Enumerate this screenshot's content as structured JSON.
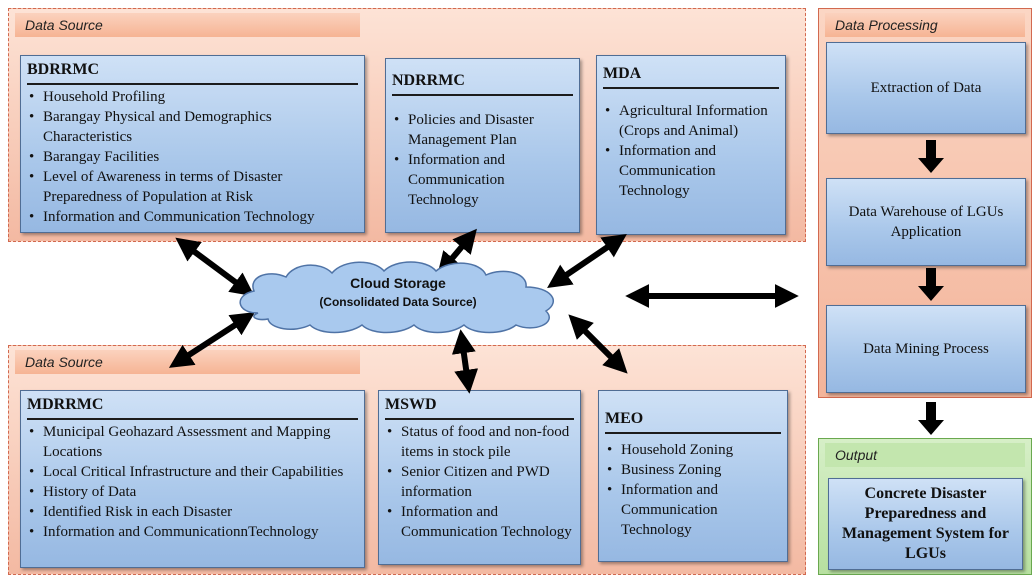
{
  "data_source_top": {
    "label": "Data Source",
    "bdrrmc": {
      "title": "BDRRMC",
      "items": [
        "Household Profiling",
        "Barangay Physical and Demographics Characteristics",
        "Barangay Facilities",
        "Level of Awareness in terms of Disaster Preparedness of Population at Risk",
        "Information and Communication Technology"
      ]
    },
    "ndrrmc": {
      "title": "NDRRMC",
      "items": [
        "Policies and Disaster Management Plan",
        "Information and Communication Technology"
      ]
    },
    "mda": {
      "title": "MDA",
      "items": [
        "Agricultural Information (Crops and Animal)",
        "Information and Communication Technology"
      ]
    }
  },
  "cloud": {
    "title": "Cloud Storage",
    "subtitle": "(Consolidated Data Source)"
  },
  "data_source_bottom": {
    "label": "Data Source",
    "mdrrmc": {
      "title": "MDRRMC",
      "items": [
        "Municipal Geohazard Assessment and Mapping Locations",
        "Local Critical Infrastructure and their Capabilities",
        "History of Data",
        "Identified Risk in each Disaster",
        "Information and CommunicationnTechnology"
      ]
    },
    "mswd": {
      "title": "MSWD",
      "items": [
        "Status of food and non-food items in stock pile",
        "Senior Citizen and PWD information",
        "Information and Communication Technology"
      ]
    },
    "meo": {
      "title": "MEO",
      "items": [
        "Household Zoning",
        "Business Zoning",
        "Information and Communication Technology"
      ]
    }
  },
  "data_processing": {
    "label": "Data Processing",
    "steps": [
      "Extraction of Data",
      "Data Warehouse of LGUs Application",
      "Data Mining Process"
    ]
  },
  "output": {
    "label": "Output",
    "text": "Concrete Disaster Preparedness and Management System for LGUs"
  },
  "colors": {
    "panel_fill": "#f3b9a2",
    "panel_border": "#d2694f",
    "box_fill": "#a9c7ea",
    "cloud_fill": "#a9c9ee",
    "output_fill": "#b7e0a0",
    "arrow": "#000000"
  }
}
